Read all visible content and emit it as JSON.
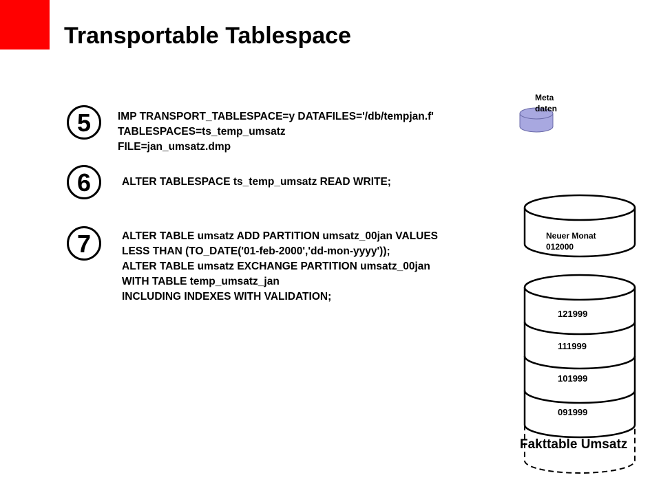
{
  "slide": {
    "title": "Transportable Tablespace"
  },
  "steps": [
    {
      "number": "5",
      "lines": [
        "IMP TRANSPORT_TABLESPACE=y DATAFILES='/db/tempjan.f'",
        "TABLESPACES=ts_temp_umsatz",
        "FILE=jan_umsatz.dmp"
      ]
    },
    {
      "number": "6",
      "lines": [
        "ALTER TABLESPACE ts_temp_umsatz READ WRITE;"
      ]
    },
    {
      "number": "7",
      "lines": [
        "ALTER TABLE umsatz ADD PARTITION umsatz_00jan VALUES",
        "LESS THAN (TO_DATE('01-feb-2000','dd-mon-yyyy'));",
        "ALTER TABLE umsatz EXCHANGE PARTITION umsatz_00jan",
        "WITH TABLE temp_umsatz_jan",
        "INCLUDING INDEXES WITH VALIDATION;"
      ]
    }
  ],
  "metadata_cylinder": {
    "label_line1": "Meta",
    "label_line2": "daten",
    "color": "#a8a8e0"
  },
  "new_month_cylinder": {
    "label_line1": "Neuer Monat",
    "label_line2": "012000"
  },
  "fact_table": {
    "name": "Fakttable Umsatz",
    "partitions": [
      "121999",
      "111999",
      "101999",
      "091999"
    ]
  },
  "colors": {
    "accent": "#ff0000",
    "text": "#000000"
  }
}
